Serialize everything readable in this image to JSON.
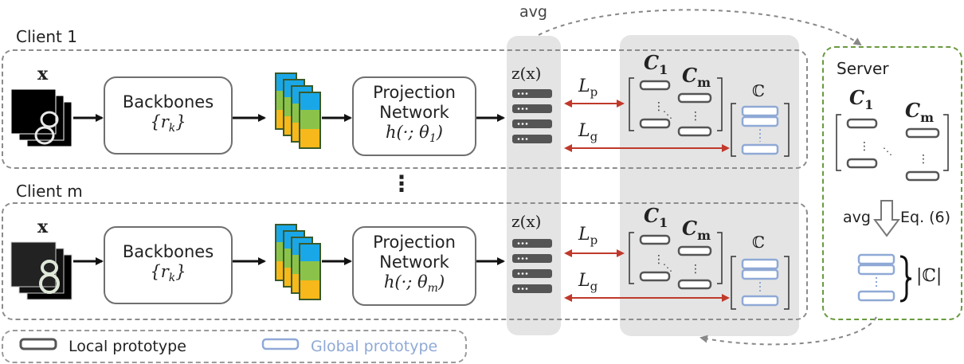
{
  "clients": [
    {
      "label": "Client 1",
      "input_label": "x",
      "digit": "8",
      "backbone_title": "Backbones",
      "backbone_param": "{r_k}",
      "projection_title_1": "Projection",
      "projection_title_2": "Network",
      "projection_param": "h(·; θ_1)",
      "z_label": "z(x)",
      "local_loss": "L",
      "local_loss_sub": "p",
      "global_loss": "L",
      "global_loss_sub": "g",
      "c1": "C",
      "c1_sub": "1",
      "cm": "C",
      "cm_sub": "m",
      "global_set": "ℂ"
    },
    {
      "label": "Client m",
      "input_label": "x",
      "digit": "8",
      "backbone_title": "Backbones",
      "backbone_param": "{r_k}",
      "projection_title_1": "Projection",
      "projection_title_2": "Network",
      "projection_param": "h(·; θ_m)",
      "z_label": "z(x)",
      "local_loss": "L",
      "local_loss_sub": "p",
      "global_loss": "L",
      "global_loss_sub": "g",
      "c1": "C",
      "c1_sub": "1",
      "cm": "C",
      "cm_sub": "m",
      "global_set": "ℂ"
    }
  ],
  "vertical_ellipsis": "⋮",
  "server": {
    "label": "Server",
    "c1": "C",
    "c1_sub": "1",
    "cm": "C",
    "cm_sub": "m",
    "avg_label": "avg",
    "eq_label": "Eq. (6)",
    "set_size": "|ℂ|"
  },
  "top_arrow_label": "avg",
  "legend": {
    "local": "Local prototype",
    "global": "Global prototype"
  },
  "colors": {
    "local_proto": "#555555",
    "global_proto": "#8fa9d6",
    "loss_arrow": "#c0392b",
    "server_border": "#6a9a3f",
    "feature_blue": "#1aa7e8",
    "feature_green": "#8bc34a",
    "feature_yellow": "#f6b81a"
  }
}
